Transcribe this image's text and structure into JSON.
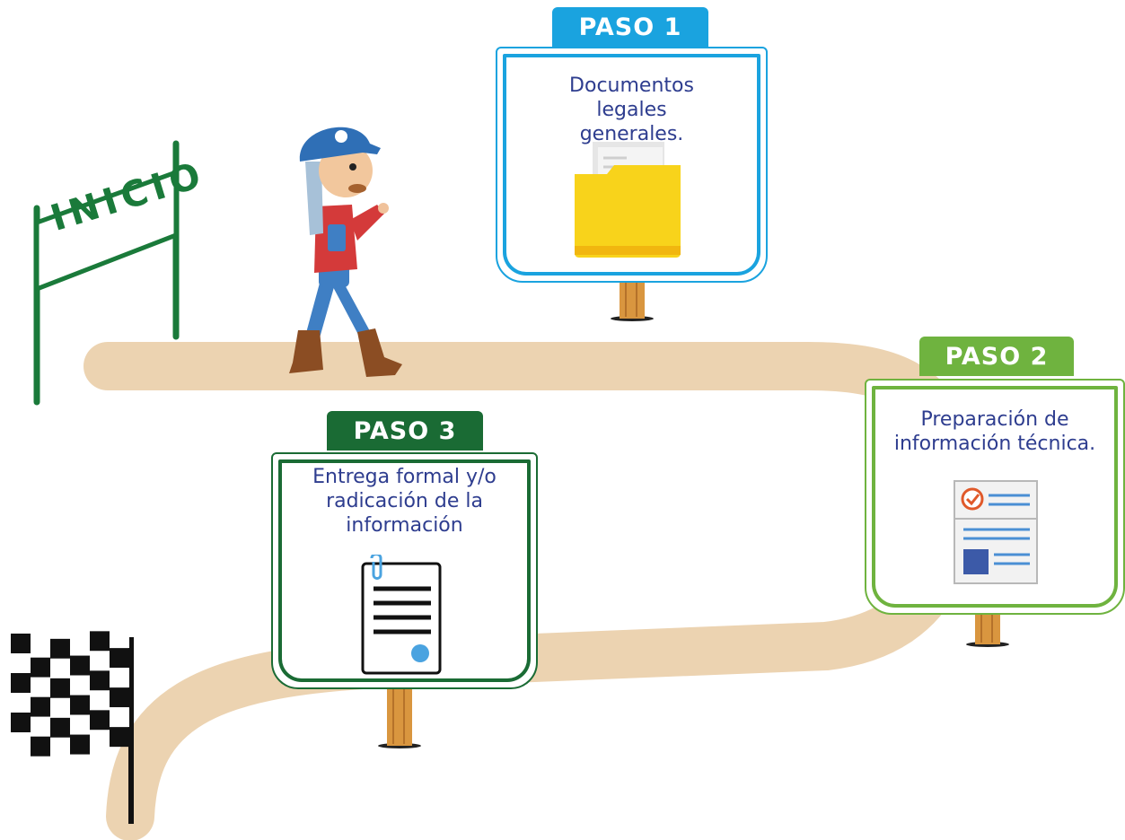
{
  "start_sign": {
    "label": "INICIO"
  },
  "steps": [
    {
      "tab": "PASO 1",
      "text": "Documentos legales generales.",
      "icon": "folder-icon",
      "color": "#1aa3df"
    },
    {
      "tab": "PASO 2",
      "text": "Preparación de información técnica.",
      "icon": "checklist-document-icon",
      "color": "#6fb33f"
    },
    {
      "tab": "PASO 3",
      "text": "Entrega formal y/o radicación de la información",
      "icon": "clipped-document-icon",
      "color": "#1a6b34"
    }
  ],
  "colors": {
    "path": "#ecd3b1",
    "start_sign": "#1a7a3a",
    "text": "#2e3d8f",
    "post": "#d9963f"
  }
}
